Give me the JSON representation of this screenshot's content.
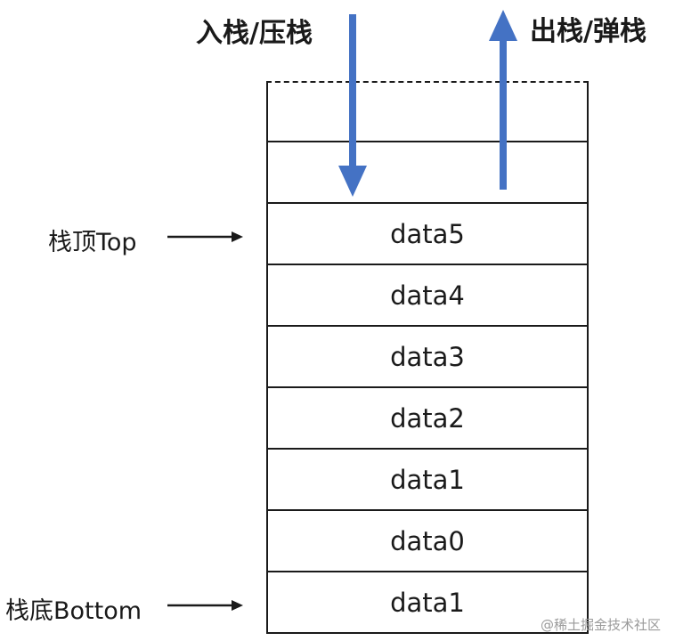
{
  "push_label": "入栈/压栈",
  "pop_label": "出栈/弹栈",
  "top_label": "栈顶Top",
  "bottom_label": "栈底Bottom",
  "cells": [
    {
      "text": ""
    },
    {
      "text": ""
    },
    {
      "text": "data5"
    },
    {
      "text": "data4"
    },
    {
      "text": "data3"
    },
    {
      "text": "data2"
    },
    {
      "text": "data1"
    },
    {
      "text": "data0"
    },
    {
      "text": "data1"
    }
  ],
  "watermark": "@稀土掘金技术社区",
  "colors": {
    "arrow_blue": "#4472c4",
    "line": "#1a1a1a",
    "text": "#1a1a1a"
  }
}
